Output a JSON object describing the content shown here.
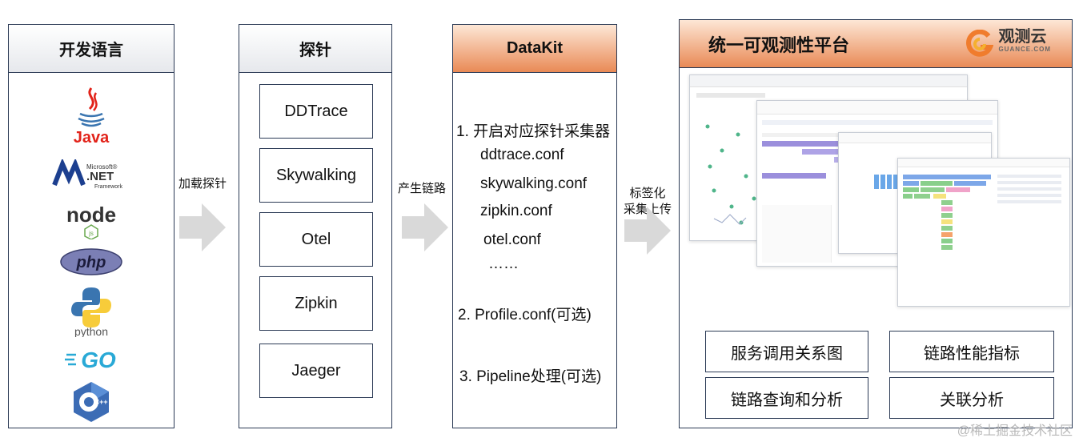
{
  "columns": {
    "languages": {
      "title": "开发语言",
      "icons": [
        "java-icon",
        "dotnet-icon",
        "nodejs-icon",
        "php-icon",
        "python-icon",
        "go-icon",
        "cpp-icon"
      ],
      "java": "Java",
      "net_ms": "Microsoft®",
      "net": ".NET",
      "net_fw": "Framework",
      "node": "node",
      "node_js": "js",
      "php": "php",
      "python": "python",
      "go": "GO",
      "cpp": "C++"
    },
    "probes": {
      "title": "探针",
      "items": [
        "DDTrace",
        "Skywalking",
        "Otel",
        "Zipkin",
        "Jaeger"
      ]
    },
    "datakit": {
      "title": "DataKit",
      "step1": "1. 开启对应探针采集器",
      "confs": [
        "ddtrace.conf",
        "skywalking.conf",
        "zipkin.conf",
        "otel.conf",
        "……"
      ],
      "step2": "2. Profile.conf(可选)",
      "step3": "3. Pipeline处理(可选)"
    },
    "platform": {
      "title": "统一可观测性平台",
      "brand_name": "观测云",
      "brand_sub": "GUANCE.COM",
      "features": [
        "服务调用关系图",
        "链路性能指标",
        "链路查询和分析",
        "关联分析"
      ]
    }
  },
  "arrows": [
    "加载探针",
    "产生链路",
    "标签化\n采集上传"
  ],
  "watermark": "@稀土掘金技术社区",
  "colors": {
    "border": "#2b3a55",
    "accent_orange": "#e98a56",
    "arrow_gray": "#d9d9d9"
  }
}
